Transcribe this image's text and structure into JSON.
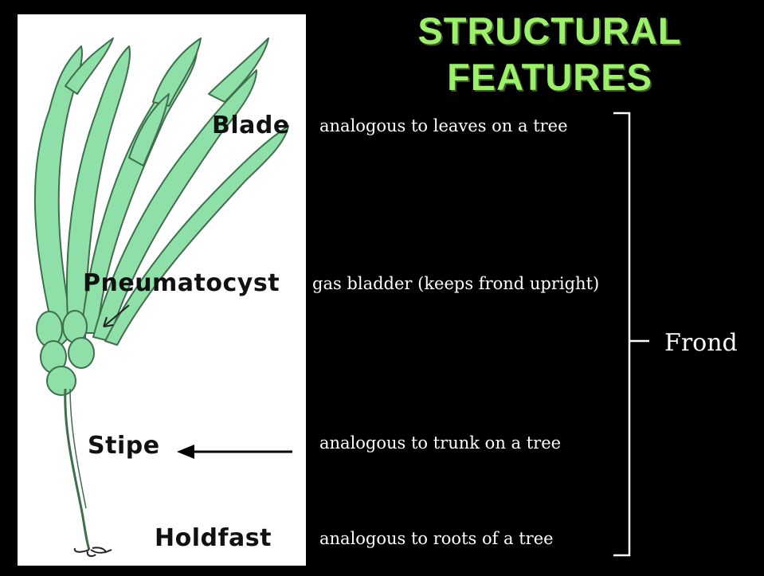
{
  "title": {
    "line1": "STRUCTURAL",
    "line2": "FEATURES"
  },
  "labels": {
    "blade": "Blade",
    "pneumatocyst": "Pneumatocyst",
    "stipe": "Stipe",
    "holdfast": "Holdfast"
  },
  "descriptions": {
    "blade": "analogous to leaves on a tree",
    "pneumatocyst": "gas bladder (keeps frond upright)",
    "stipe": "analogous to trunk on a tree",
    "holdfast": "analogous to roots of a tree"
  },
  "bracket_label": "Frond",
  "colors": {
    "background": "#000000",
    "title": "#9df06a",
    "kelp": "#8fe0a8",
    "panel": "#ffffff"
  }
}
